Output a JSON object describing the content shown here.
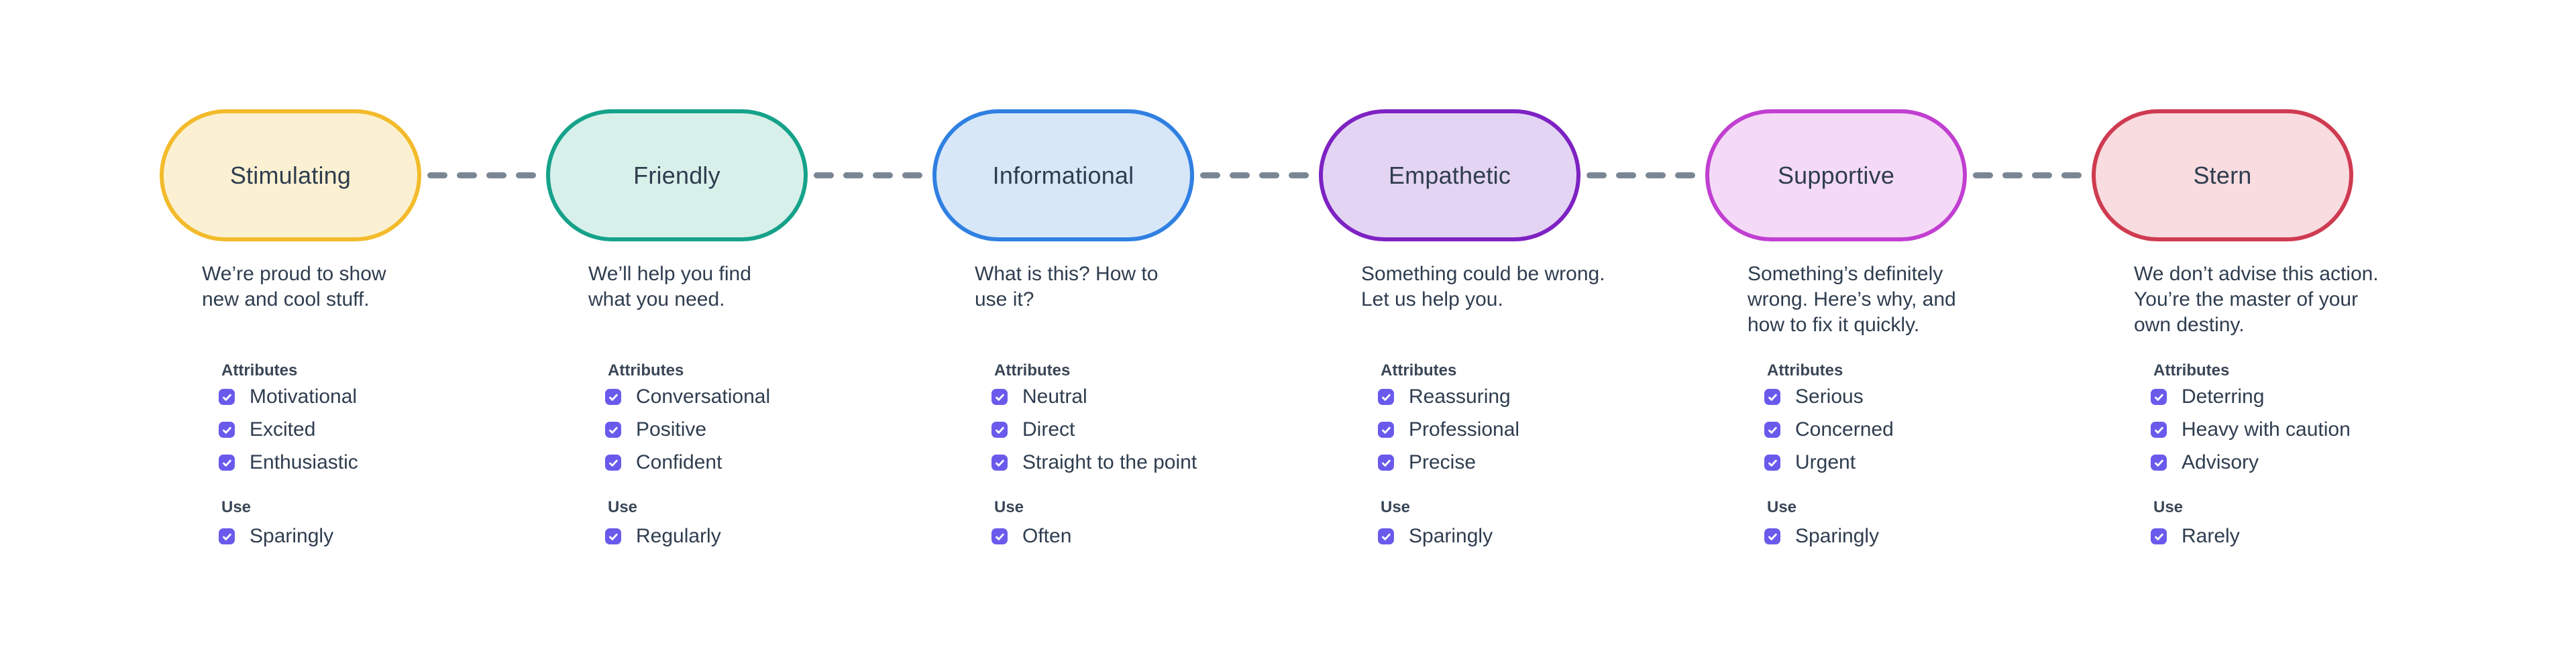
{
  "page": {
    "background": "#FFFFFF"
  },
  "diagram": {
    "type": "tone-spectrum",
    "labels": {
      "attributes": "Attributes",
      "use": "Use"
    },
    "styles": {
      "dash_color": "#7A8694",
      "checkbox_color": "#6A5AEC",
      "text_color": "#2F3D4F"
    },
    "icons": {
      "checkbox": "checkmark-icon"
    },
    "tones": [
      {
        "title": "Stimulating",
        "description": "We’re proud to show\nnew and cool stuff.",
        "colors": {
          "border": "#F3BB2B",
          "fill": "#FBF1D2"
        },
        "attributes": [
          "Motivational",
          "Excited",
          "Enthusiastic"
        ],
        "use": "Sparingly"
      },
      {
        "title": "Friendly",
        "description": "We’ll help you find\nwhat you need.",
        "colors": {
          "border": "#16A28A",
          "fill": "#D8F0EA"
        },
        "attributes": [
          "Conversational",
          "Positive",
          "Confident"
        ],
        "use": "Regularly"
      },
      {
        "title": "Informational",
        "description": "What is this? How to\nuse it?",
        "colors": {
          "border": "#3080E2",
          "fill": "#D7E7F8"
        },
        "attributes": [
          "Neutral",
          "Direct",
          "Straight to the point"
        ],
        "use": "Often"
      },
      {
        "title": "Empathetic",
        "description": "Something could be wrong.\nLet us help you.",
        "colors": {
          "border": "#7D22C3",
          "fill": "#E4D4F3"
        },
        "attributes": [
          "Reassuring",
          "Professional",
          "Precise"
        ],
        "use": "Sparingly"
      },
      {
        "title": "Supportive",
        "description": "Something’s definitely\nwrong. Here’s why, and\nhow to fix it quickly.",
        "colors": {
          "border": "#C13FD1",
          "fill": "#F4DAF6"
        },
        "attributes": [
          "Serious",
          "Concerned",
          "Urgent"
        ],
        "use": "Sparingly"
      },
      {
        "title": "Stern",
        "description": "We don’t advise this action.\nYou’re the master of your\nown destiny.",
        "colors": {
          "border": "#CF3B51",
          "fill": "#F8DCE0"
        },
        "attributes": [
          "Deterring",
          "Heavy with caution",
          "Advisory"
        ],
        "use": "Rarely"
      }
    ]
  }
}
